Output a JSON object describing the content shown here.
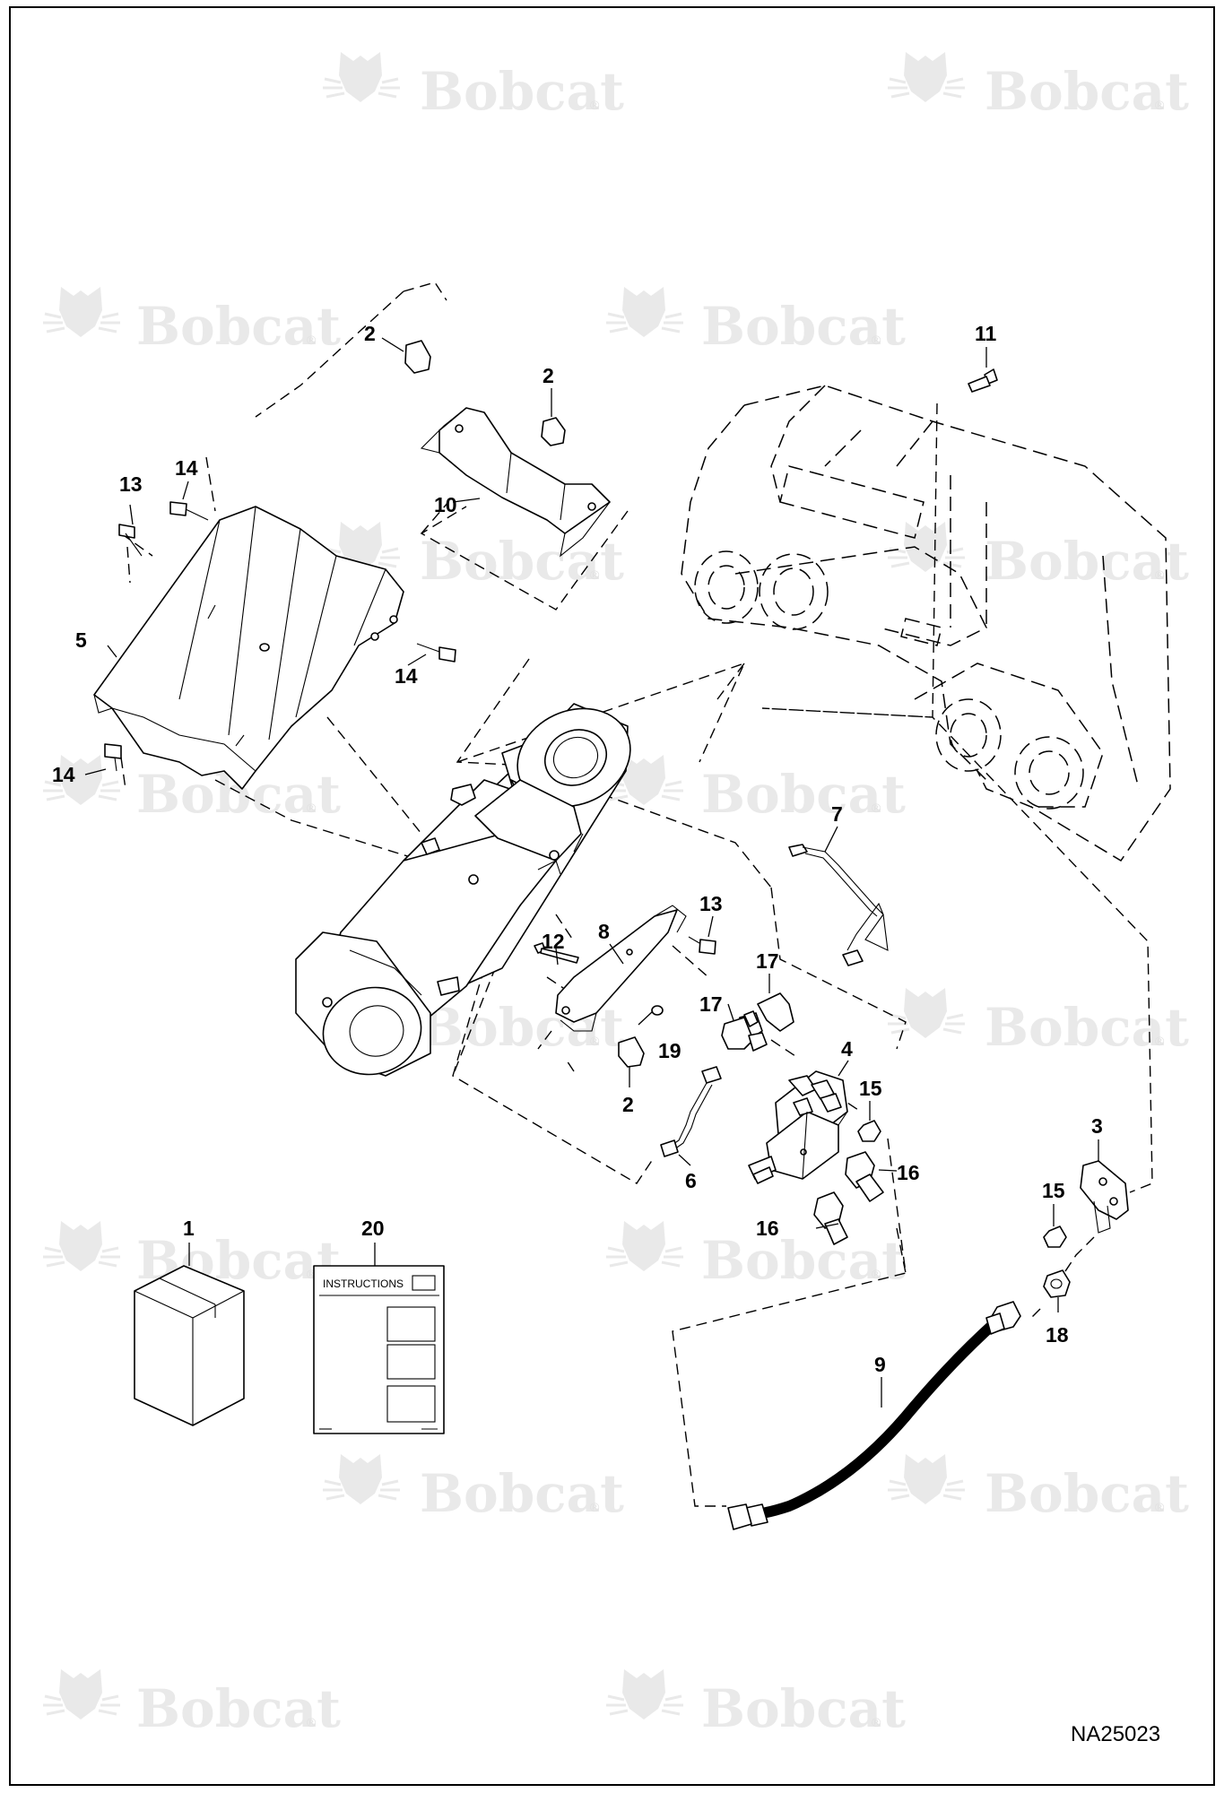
{
  "figure_id": "NA25023",
  "watermark": "Bobcat",
  "callouts": [
    {
      "n": "1"
    },
    {
      "n": "2"
    },
    {
      "n": "2"
    },
    {
      "n": "2"
    },
    {
      "n": "3"
    },
    {
      "n": "4"
    },
    {
      "n": "5"
    },
    {
      "n": "6"
    },
    {
      "n": "7"
    },
    {
      "n": "8"
    },
    {
      "n": "9"
    },
    {
      "n": "10"
    },
    {
      "n": "11"
    },
    {
      "n": "12"
    },
    {
      "n": "13"
    },
    {
      "n": "13"
    },
    {
      "n": "14"
    },
    {
      "n": "14"
    },
    {
      "n": "14"
    },
    {
      "n": "15"
    },
    {
      "n": "15"
    },
    {
      "n": "16"
    },
    {
      "n": "16"
    },
    {
      "n": "17"
    },
    {
      "n": "17"
    },
    {
      "n": "18"
    },
    {
      "n": "19"
    },
    {
      "n": "20"
    }
  ],
  "instruction_sheet_title": "INSTRUCTIONS",
  "colors": {
    "line": "#000000",
    "watermark": "#e9e9e9",
    "background": "#ffffff"
  }
}
